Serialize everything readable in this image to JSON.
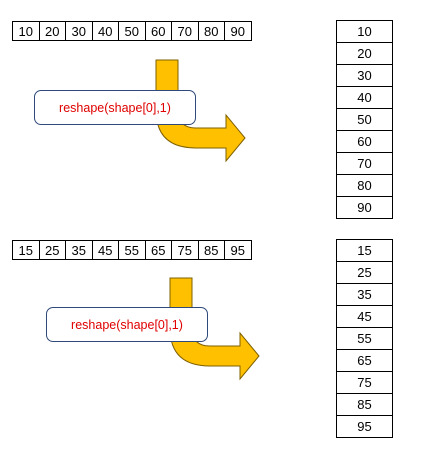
{
  "examples": [
    {
      "input": [
        "10",
        "20",
        "30",
        "40",
        "50",
        "60",
        "70",
        "80",
        "90"
      ],
      "output": [
        "10",
        "20",
        "30",
        "40",
        "50",
        "60",
        "70",
        "80",
        "90"
      ],
      "label": "reshape(shape[0],1)"
    },
    {
      "input": [
        "15",
        "25",
        "35",
        "45",
        "55",
        "65",
        "75",
        "85",
        "95"
      ],
      "output": [
        "15",
        "25",
        "35",
        "45",
        "55",
        "65",
        "75",
        "85",
        "95"
      ],
      "label": "reshape(shape[0],1)"
    }
  ],
  "colors": {
    "arrow_fill": "#FFC000",
    "arrow_stroke": "#7F6000",
    "label_text": "#E00000",
    "label_border": "#2F4A7A"
  }
}
